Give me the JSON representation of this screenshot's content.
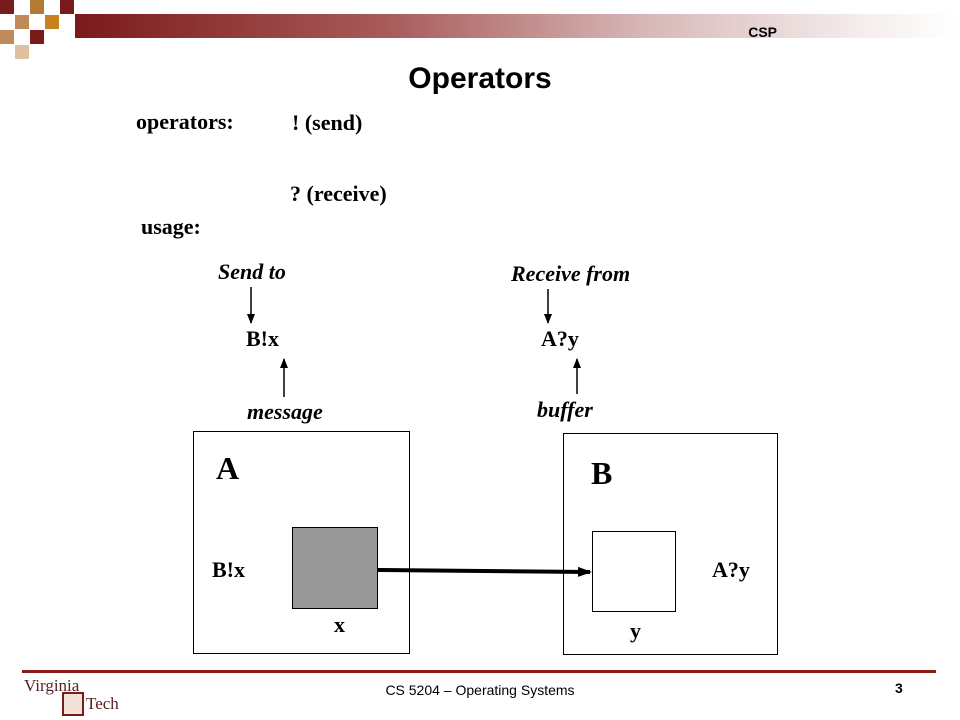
{
  "header": {
    "course_tag": "CSP"
  },
  "title": "Operators",
  "operators": {
    "label": "operators:",
    "send": "! (send)",
    "receive": "? (receive)"
  },
  "usage": {
    "label": "usage:",
    "send_to": "Send to",
    "receive_from": "Receive from",
    "send_expr": "B!x",
    "receive_expr": "A?y",
    "message": "message",
    "buffer": "buffer"
  },
  "diagram": {
    "process_a": {
      "name": "A",
      "expr": "B!x",
      "var": "x"
    },
    "process_b": {
      "name": "B",
      "expr": "A?y",
      "var": "y"
    },
    "colors": {
      "x_fill": "#999999",
      "y_fill": "#ffffff"
    }
  },
  "footer": {
    "logo_text": [
      "Virginia",
      "Tech"
    ],
    "course": "CS 5204 – Operating Systems",
    "page": "3"
  },
  "colors": {
    "maroon": "#7b1a1a",
    "orange": "#c8821e"
  }
}
